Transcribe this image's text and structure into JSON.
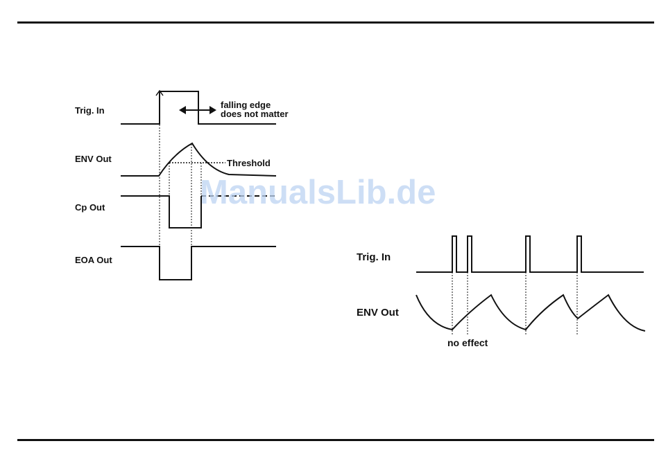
{
  "left_diagram": {
    "labels": {
      "trig_in": "Trig. In",
      "env_out": "ENV Out",
      "cp_out": "Cp Out",
      "eoa_out": "EOA Out"
    },
    "falling_edge_note": [
      "falling edge",
      "does not matter"
    ],
    "threshold_label": "Threshold"
  },
  "right_diagram": {
    "labels": {
      "trig_in": "Trig. In",
      "env_out": "ENV Out"
    },
    "no_effect_label": "no effect"
  },
  "watermark": "ManualsLib.de",
  "colors": {
    "line": "#111111",
    "watermark": "#bdd4f2"
  }
}
